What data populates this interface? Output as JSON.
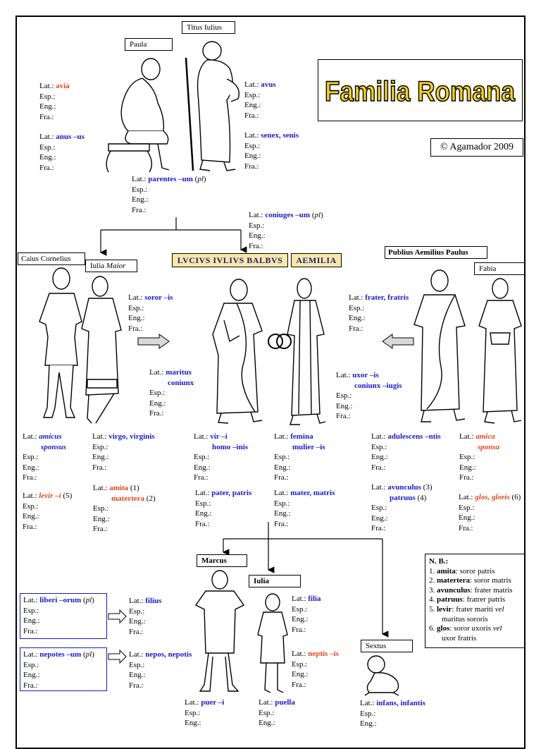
{
  "title": "Familia Romana",
  "copyright": "© Agamador 2009",
  "names": {
    "titus": "Titus Iulius",
    "paula": "Paula",
    "caius": "Caius Cornelius",
    "iulia_maior_a": "Iulia ",
    "iulia_maior_b": "Maior",
    "lucius": "LVCIVS IVLIVS BALBVS",
    "aemilia": "AEMILIA",
    "publius": "Publius Aemilius Paulus",
    "fabia": "Fabia",
    "marcus": "Marcus",
    "iulia": "Iulia",
    "sextus": "Sextus"
  },
  "labels": {
    "lat": "Lat.:",
    "esp": "Esp.:",
    "eng": "Eng.:",
    "fra": "Fra.:"
  },
  "vocab": {
    "avia": "avia",
    "anus": "anus –us",
    "avus": "avus",
    "senex": "senex, senis",
    "parentes": "parentes –um",
    "pl": "pl",
    "coniuges": "coniuges –um",
    "soror": "soror –is",
    "frater": "frater, fratris",
    "maritus_1": "maritus",
    "maritus_2": "coniunx",
    "uxor_1": "uxor –is",
    "uxor_2": "coniunx –iugis",
    "amicus_1": "amicus",
    "amicus_2": "sponsus",
    "virgo": "virgo, virginis",
    "vir_1": "vir –i",
    "vir_2": "homo –inis",
    "femina_1": "femina",
    "femina_2": "mulier –is",
    "adulescens": "adulescens –ntis",
    "amica_1": "amica",
    "amica_2": "sponsa",
    "levir": "levir  –i",
    "n5": "(5)",
    "amita": "amita",
    "n1": "(1)",
    "matertera": "matertera",
    "n2": "(2)",
    "pater": "pater, patris",
    "mater": "mater, matris",
    "avunculus": "avunculus",
    "n3": "(3)",
    "patruus": "patruus",
    "n4": "(4)",
    "glos": "glos, gloris",
    "n6": "(6)",
    "liberi": "liberi –orum",
    "filius": "filius",
    "filia": "filia",
    "nepotes": "nepotes –um",
    "nepos": "nepos, nepotis",
    "neptis": "neptis –is",
    "puer": "puer –i",
    "puella": "puella",
    "infans": "infans, infantis"
  },
  "nb": {
    "title": "N. B.:",
    "items": [
      {
        "num": "1.",
        "term": "amita",
        "def": ": soror patris"
      },
      {
        "num": "2.",
        "term": "matertera",
        "def": ": soror matris"
      },
      {
        "num": "3.",
        "term": "avunculus",
        "def": ": frater matris"
      },
      {
        "num": "4.",
        "term": "patruus",
        "def": ": fratrer patris"
      },
      {
        "num": "5.",
        "term": "levir",
        "def": ": frater mariti "
      },
      {
        "num": "6.",
        "term": "glos",
        "def": ":  soror uxoris "
      }
    ],
    "vel": "vel",
    "levir_cont": "maritus sororis",
    "glos_cont": "uxor fratris"
  },
  "colors": {
    "latin_word": "#1a1acc",
    "feminine_word": "#e8451b",
    "name_highlight": "#f8e9a6",
    "title_fill": "#f5d21a"
  }
}
